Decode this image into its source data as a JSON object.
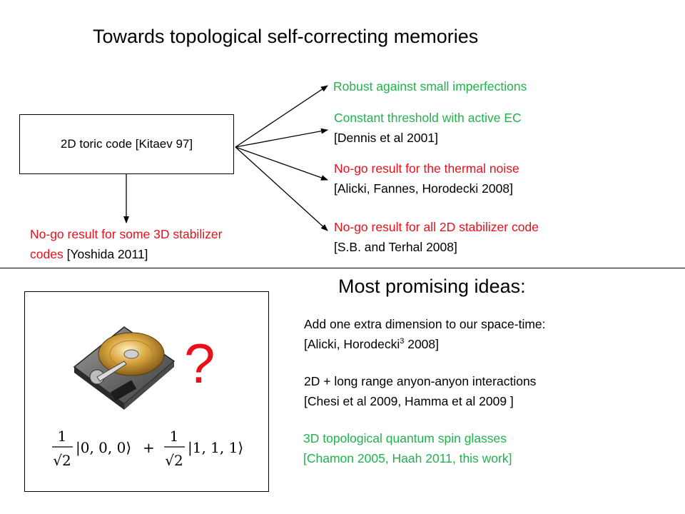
{
  "title": "Towards topological self-correcting memories",
  "toric_code": "2D toric code [Kitaev 97]",
  "branches": {
    "robust": "Robust against small imperfections",
    "constant_line1": "Constant threshold with active EC",
    "constant_line2": "[Dennis et al 2001]",
    "thermal_line1": "No-go result for the thermal noise",
    "thermal_line2": "[Alicki, Fannes, Horodecki 2008]",
    "stab2d_line1": "No-go result for all 2D stabilizer code",
    "stab2d_line2": "[S.B. and Terhal 2008]",
    "stab3d_line1": "No-go result for some 3D stabilizer",
    "stab3d_line2_red": "codes",
    "stab3d_line2_black": " [Yoshida 2011]"
  },
  "promising_title": "Most promising ideas:",
  "ideas": {
    "idea1_line1": "Add one extra dimension to our space-time:",
    "idea1_line2_a": "[Alicki, Horodecki",
    "idea1_sup": "3",
    "idea1_line2_b": " 2008]",
    "idea2_line1": "2D + long range anyon-anyon interactions",
    "idea2_line2": "[Chesi et al 2009, Hamma et al 2009  ]",
    "idea3_line1": "3D topological quantum spin glasses",
    "idea3_line2": "[Chamon 2005, Haah 2011, this work]"
  },
  "question_mark": "?",
  "formula": {
    "numerator": "1",
    "denominator": "√2",
    "ket_a": "|0, 0, 0⟩",
    "plus": "+",
    "ket_b": "|1, 1, 1⟩"
  },
  "colors": {
    "green": "#22b14c",
    "red": "#e8101a"
  },
  "icons": [
    "hard-drive-icon"
  ]
}
